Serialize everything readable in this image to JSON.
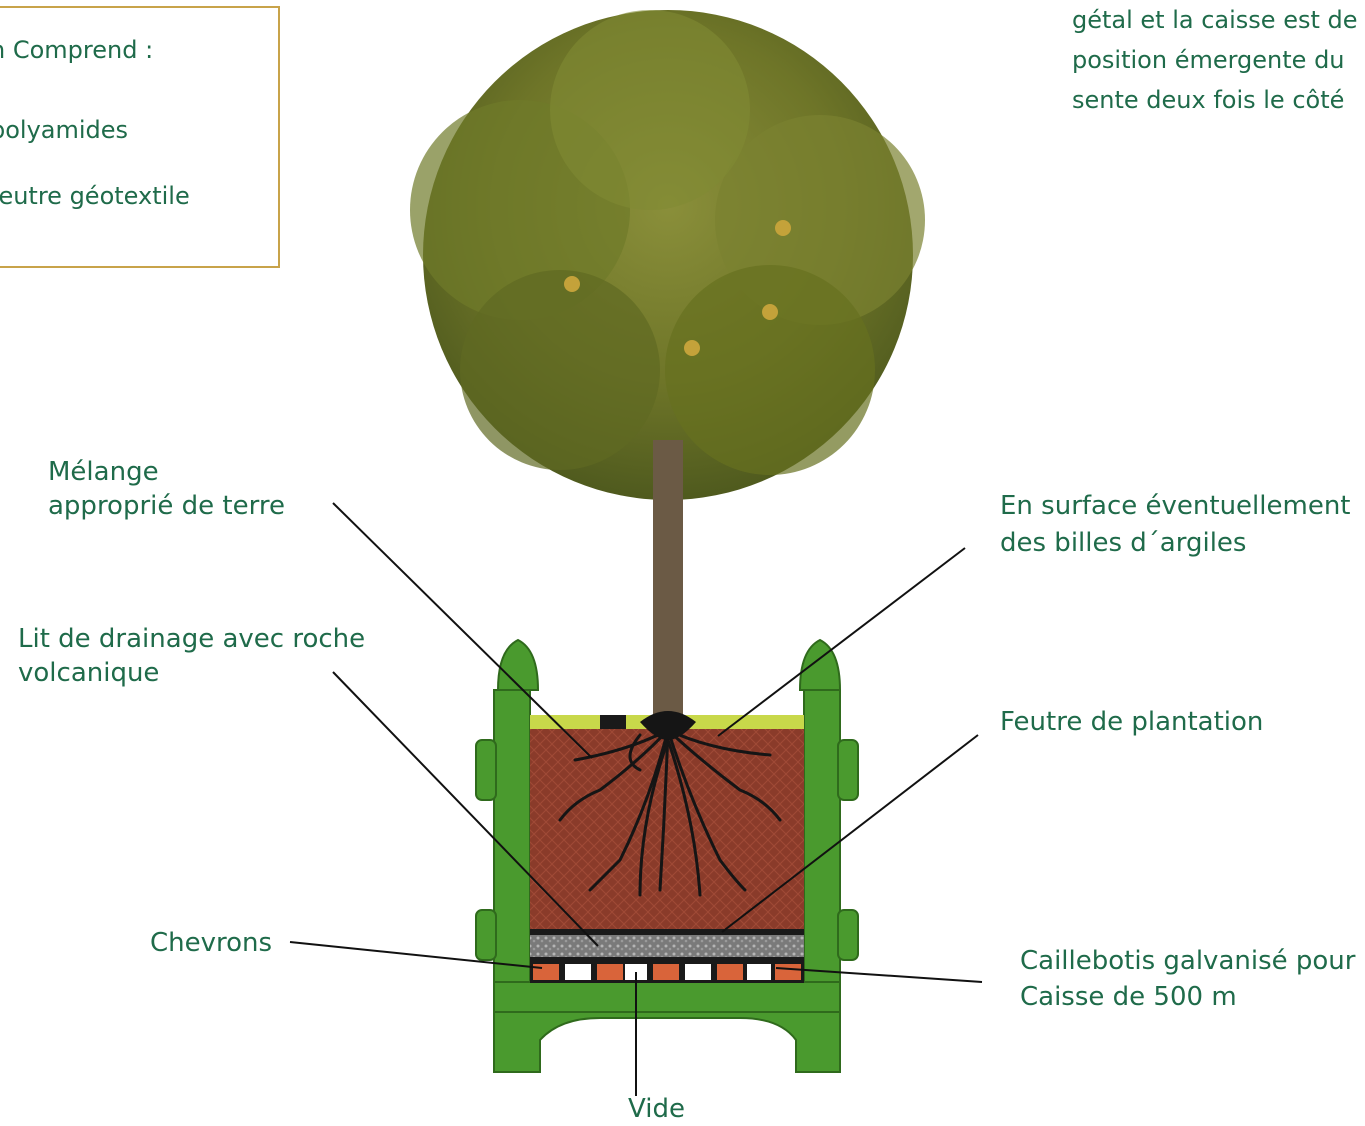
{
  "info_box": {
    "line1": "n Comprend :",
    "line2": "polyamides",
    "line3": "feutre géotextile"
  },
  "top_right": {
    "line1": "gétal et la caisse est de",
    "line2": "position émergente du",
    "line3": "sente deux fois le côté"
  },
  "labels": {
    "melange_1": "Mélange",
    "melange_2": "approprié de terre",
    "drainage_1": "Lit de drainage avec roche",
    "drainage_2": "volcanique",
    "chevrons": "Chevrons",
    "surface_1": "En surface éventuellement",
    "surface_2": "des billes d´argiles",
    "feutre": "Feutre de plantation",
    "caillebotis_1": "Caillebotis galvanisé pour",
    "caillebotis_2": "Caisse de 500 m",
    "vide": "Vide"
  },
  "colors": {
    "text": "#1f6b4a",
    "box_border": "#c8a34a",
    "planter_green": "#4a9a2e",
    "soil": "#8a3b2a",
    "foliage": "#6f7a2a",
    "trunk": "#6b5a45"
  }
}
